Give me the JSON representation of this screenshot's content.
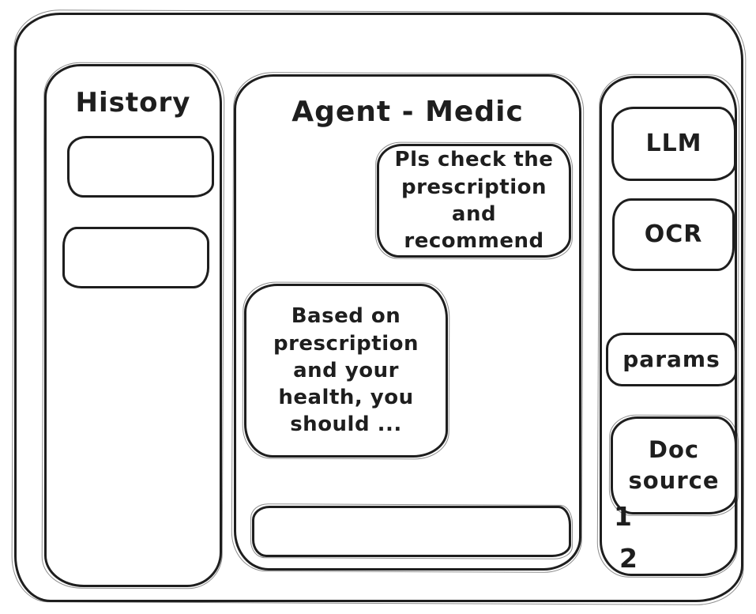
{
  "app": {
    "frame": "hand-drawn wireframe"
  },
  "colors": {
    "stroke": "#1e1e1e",
    "background": "#ffffff"
  },
  "history_panel": {
    "title": "History",
    "items": [
      {
        "label": ""
      },
      {
        "label": ""
      }
    ]
  },
  "chat": {
    "title": "Agent - Medic",
    "messages": [
      {
        "role": "user",
        "text": "Pls check the prescription and recommend"
      },
      {
        "role": "assistant",
        "text": "Based on prescription and your health, you should ..."
      }
    ],
    "input": {
      "value": "",
      "placeholder": ""
    }
  },
  "tools_panel": {
    "tools": [
      {
        "label": "LLM"
      },
      {
        "label": "OCR"
      },
      {
        "label": "params"
      },
      {
        "label": "Doc source"
      }
    ],
    "doc_source_items": [
      "1",
      "2"
    ]
  }
}
